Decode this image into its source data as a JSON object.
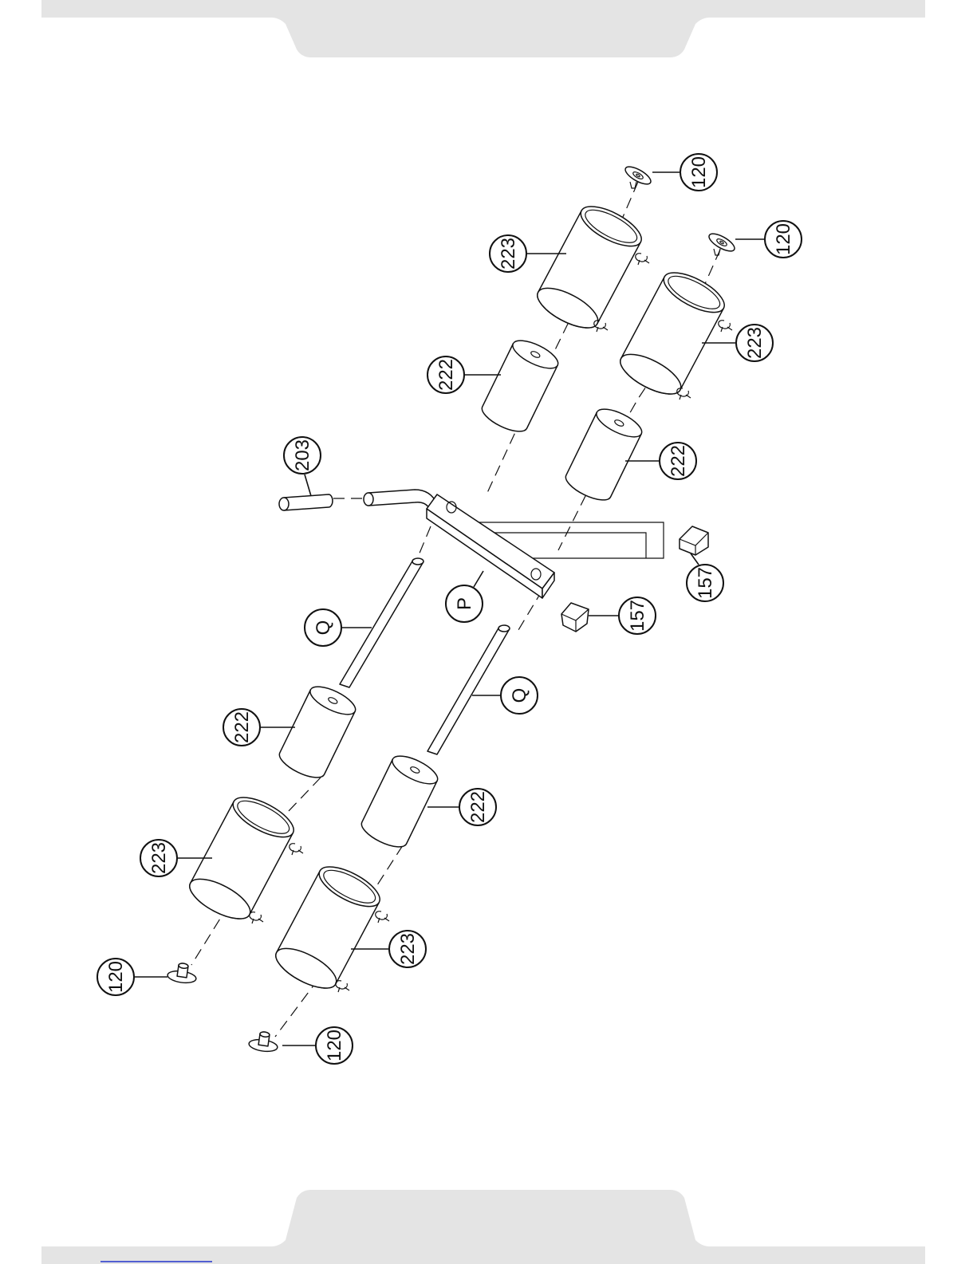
{
  "header_band": {
    "color": "#e4e4e4"
  },
  "footer_band": {
    "color": "#e4e4e4",
    "link_color": "#2233cc"
  },
  "callouts": {
    "c120_top_a": "120",
    "c120_top_b": "120",
    "c223_top_a": "223",
    "c223_top_b": "223",
    "c222_top_a": "222",
    "c222_top_b": "222",
    "c203": "203",
    "c157_right": "157",
    "c157_mid": "157",
    "cP": "P",
    "cQ_upper": "Q",
    "cQ_lower": "Q",
    "c222_bot_a": "222",
    "c222_bot_b": "222",
    "c223_bot_a": "223",
    "c223_bot_b": "223",
    "c120_bot_a": "120",
    "c120_bot_b": "120"
  }
}
